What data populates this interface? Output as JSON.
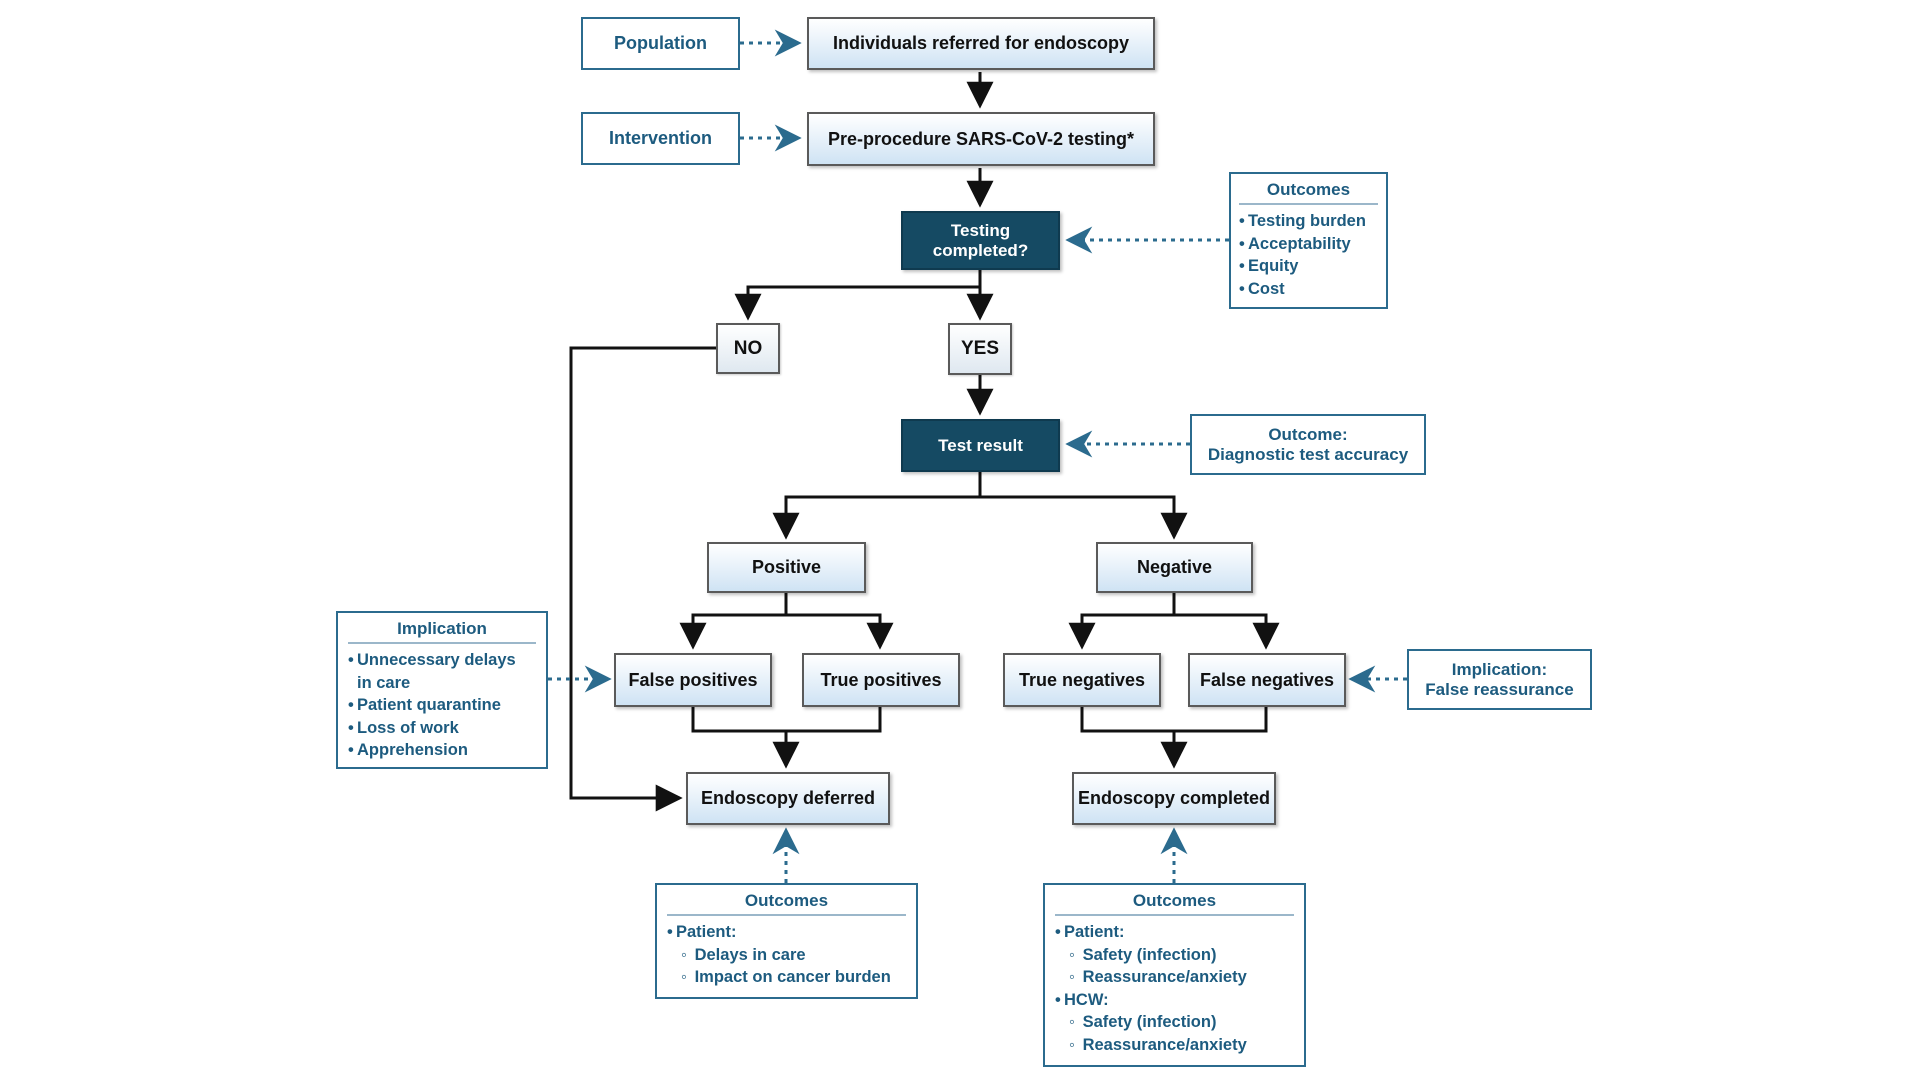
{
  "nodes": {
    "population": "Population",
    "individuals": "Individuals referred for endoscopy",
    "intervention": "Intervention",
    "preprocedure": "Pre-procedure SARS-CoV-2 testing*",
    "testing_line1": "Testing",
    "testing_line2": "completed?",
    "no": "NO",
    "yes": "YES",
    "test_result": "Test result",
    "positive": "Positive",
    "negative": "Negative",
    "false_positives": "False positives",
    "true_positives": "True positives",
    "true_negatives": "True negatives",
    "false_negatives": "False negatives",
    "endoscopy_deferred": "Endoscopy deferred",
    "endoscopy_completed": "Endoscopy completed"
  },
  "outcomes_testing": {
    "title": "Outcomes",
    "items": [
      "Testing burden",
      "Acceptability",
      "Equity",
      "Cost"
    ]
  },
  "outcome_accuracy": {
    "line1": "Outcome:",
    "line2": "Diagnostic test accuracy"
  },
  "implication_left": {
    "title": "Implication",
    "items": [
      "Unnecessary delays",
      "in care",
      "Patient quarantine",
      "Loss of work",
      "Apprehension"
    ]
  },
  "implication_right": {
    "line1": "Implication:",
    "line2": "False reassurance"
  },
  "outcomes_deferred": {
    "title": "Outcomes",
    "patient": "Patient:",
    "items": [
      "Delays in care",
      "Impact on cancer burden"
    ]
  },
  "outcomes_completed": {
    "title": "Outcomes",
    "patient": "Patient:",
    "patient_items": [
      "Safety (infection)",
      "Reassurance/anxiety"
    ],
    "hcw": "HCW:",
    "hcw_items": [
      "Safety (infection)",
      "Reassurance/anxiety"
    ]
  },
  "colors": {
    "dark_box": "#154a63",
    "label_text": "#1d5b7f",
    "dotted_arrow": "#2b6b8e",
    "solid_arrow": "#111111"
  },
  "bullets": {
    "dot": "•",
    "circle": "◦"
  }
}
